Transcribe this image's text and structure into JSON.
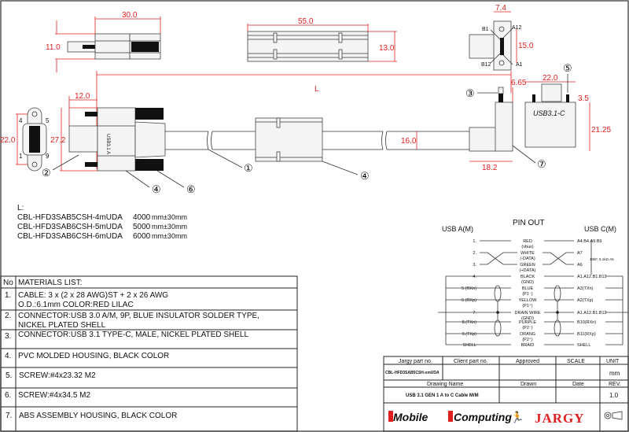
{
  "dimensions": {
    "top_plug_len": "30.0",
    "top_plug_h": "11.0",
    "sleeve_len": "55.0",
    "sleeve_h": "13.0",
    "end_w": "7.4",
    "end_pitch": "15.0",
    "plug_tip": "12.0",
    "face_h": "22.0",
    "housing_h": "27.2",
    "cable_od": "16.0",
    "length": "L",
    "c_screw": "6.65",
    "c_width": "22.0",
    "c_screw_h": "3.5",
    "c_height": "21.25",
    "c_depth": "18.2"
  },
  "pin_labels": {
    "b1": "B1",
    "a12": "A12",
    "b12": "B12",
    "a1": "A1",
    "p4": "4",
    "p5": "5",
    "p1": "1",
    "p9": "9"
  },
  "markings": {
    "usb_a": "USB3.1 A",
    "usb_c": "USB3.1-C"
  },
  "callouts": [
    "①",
    "②",
    "③",
    "④",
    "④",
    "⑤",
    "⑥",
    "⑦"
  ],
  "length_table": {
    "title": "L:",
    "rows": [
      {
        "part": "CBL-HFD3SAB5CSH-4mUDA",
        "value": "4000",
        "tol": "mm±30mm"
      },
      {
        "part": "CBL-HFD3SAB6CSH-5mUDA",
        "value": "5000",
        "tol": "mm±30mm"
      },
      {
        "part": "CBL-HFD3SAB6CSH-6mUDA",
        "value": "6000",
        "tol": "mm±30mm"
      }
    ]
  },
  "materials": {
    "no_header": "No",
    "header": "MATERIALS LIST:",
    "items": [
      {
        "no": "1.",
        "l1": "CABLE: 3 x (2 x 28 AWG)ST + 2 x 26 AWG",
        "l2": "O.D.:6.1mm COLOR:RED LILAC"
      },
      {
        "no": "2.",
        "l1": "CONNECTOR:USB 3.0 A/M, 9P, BLUE INSULATOR SOLDER TYPE,",
        "l2": "NICKEL PLATED SHELL"
      },
      {
        "no": "3.",
        "l1": "CONNECTOR:USB 3.1 TYPE-C, MALE, NICKEL PLATED SHELL",
        "l2": ""
      },
      {
        "no": "4.",
        "l1": "PVC MOLDED HOUSING, BLACK COLOR",
        "l2": ""
      },
      {
        "no": "5.",
        "l1": "SCREW:#4x23.32 M2",
        "l2": ""
      },
      {
        "no": "6.",
        "l1": "SCREW:#4x34.5 M2",
        "l2": ""
      },
      {
        "no": "7.",
        "l1": "ABS ASSEMBLY HOUSING, BLACK COLOR",
        "l2": ""
      }
    ]
  },
  "pinout": {
    "title": "PIN OUT",
    "left_title": "USB A(M)",
    "right_title": "USB C(M)",
    "note": "10kF, 5.1kΩ A5",
    "rows": [
      {
        "left": "1.",
        "wire": "RED",
        "sub": "(vbus)",
        "right": "A4.B4.A9.B9"
      },
      {
        "left": "2.",
        "wire": "WHITE",
        "sub": "(-DATA)",
        "right": "A7"
      },
      {
        "left": "3.",
        "wire": "GREEN",
        "sub": "(+DATA)",
        "right": "A6"
      },
      {
        "left": "4.",
        "wire": "BLACK",
        "sub": "(GND)",
        "right": "A1.A12.B1.B12"
      },
      {
        "left": "5.(RXn)",
        "wire": "BLUE",
        "sub": "(P1⁻)",
        "right": "A3(TXn)"
      },
      {
        "left": "6.(RXp)",
        "wire": "YELLOW",
        "sub": "(P1⁺)",
        "right": "A2(TXp)"
      },
      {
        "left": "7.",
        "wire": "DRAIN WIRE",
        "sub": "(GND)",
        "right": "A1.A12.B1.B12"
      },
      {
        "left": "8.(TXn)",
        "wire": "PURPLE",
        "sub": "(P2⁻)",
        "right": "B10(RXn)"
      },
      {
        "left": "9.(TXp)",
        "wire": "ORANG",
        "sub": "(P2⁺)",
        "right": "B11(RXp)"
      },
      {
        "left": "SHELL",
        "wire": "BRAID",
        "sub": "",
        "right": "SHELL"
      }
    ]
  },
  "title_block": {
    "jargy_part_label": "Jargy part no.",
    "client_part_label": "Client part no.",
    "approved_label": "Approved",
    "scale_label": "SCALE",
    "unit_label": "UNIT",
    "jargy_part": "CBL-HFD3SAB5CSH-xmUDA",
    "unit": "mm",
    "drawing_name_label": "Drawing Name",
    "drawn_label": "Drawn",
    "date_label": "Date",
    "rev_label": "REV.",
    "drawing_name": "USB 3.1 GEN 1 A to C Cable M/M",
    "rev": "1.0",
    "logo_mobile": "Mobile",
    "logo_computing": "Computing",
    "logo_jargy": "JARGY"
  }
}
